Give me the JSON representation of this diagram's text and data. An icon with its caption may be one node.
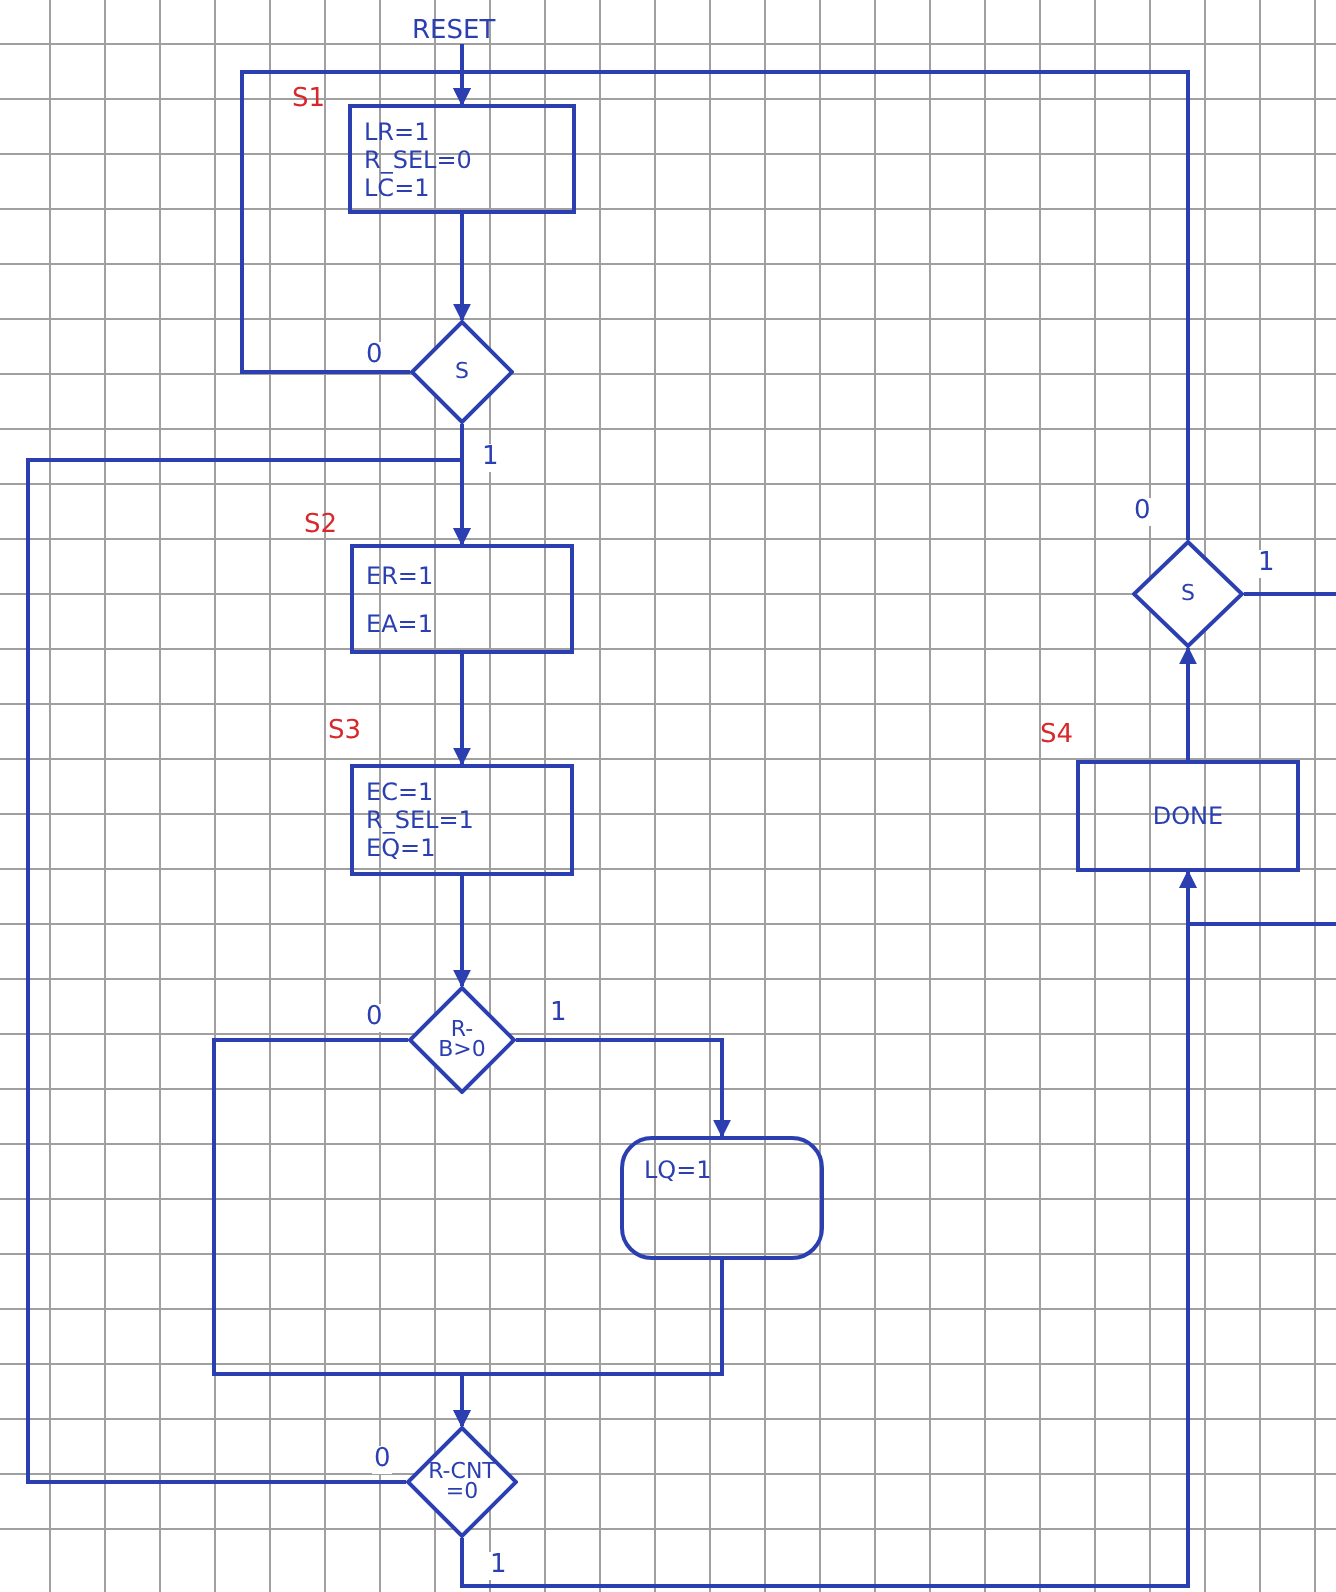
{
  "diagram": {
    "nodes": [
      {
        "text": [
          "RESET"
        ]
      },
      {
        "text": [
          "LR=1",
          "R_SEL=0",
          "LC=1"
        ],
        "beside": [
          "S1"
        ]
      },
      {
        "text": [
          "S"
        ]
      },
      {
        "text": [
          "ER=1",
          "EA=1"
        ],
        "beside": [
          "S2"
        ]
      },
      {
        "text": [
          "EC=1",
          "R_SEL=1",
          "EQ=1"
        ],
        "beside": [
          "S3"
        ]
      },
      {
        "text": [
          "R-B>0"
        ]
      },
      {
        "text": [
          "LQ=1"
        ]
      },
      {
        "text": [
          "R-CNT =0"
        ]
      },
      {
        "text": [
          "DONE"
        ],
        "beside": [
          "S4"
        ]
      },
      {
        "text": [
          "S"
        ]
      }
    ],
    "edges": [
      {
        "from": 0,
        "to": 1,
        "arrow": "to"
      },
      {
        "from": 1,
        "to": 2,
        "arrow": "to"
      },
      {
        "from": 2,
        "to": 1,
        "label": "0",
        "arrow": "to"
      },
      {
        "from": 2,
        "to": 3,
        "label": "1",
        "arrow": "to"
      },
      {
        "from": 3,
        "to": 4,
        "arrow": "to"
      },
      {
        "from": 4,
        "to": 5,
        "arrow": "to"
      },
      {
        "from": 5,
        "to": 6,
        "label": "1",
        "arrow": "to"
      },
      {
        "from": 5,
        "to": 7,
        "label": "0",
        "arrow": "to"
      },
      {
        "from": 6,
        "to": 7,
        "arrow": "to"
      },
      {
        "from": 7,
        "to": 3,
        "label": "0",
        "arrow": "to"
      },
      {
        "from": 7,
        "to": 8,
        "label": "1",
        "arrow": "to"
      },
      {
        "from": 8,
        "to": 9,
        "arrow": "to"
      },
      {
        "from": 9,
        "to": 1,
        "label": "0",
        "arrow": "to"
      },
      {
        "from": 9,
        "to": null,
        "label": "1",
        "arrow": "none"
      },
      {
        "from": null,
        "to": 8,
        "arrow": "to"
      }
    ]
  }
}
